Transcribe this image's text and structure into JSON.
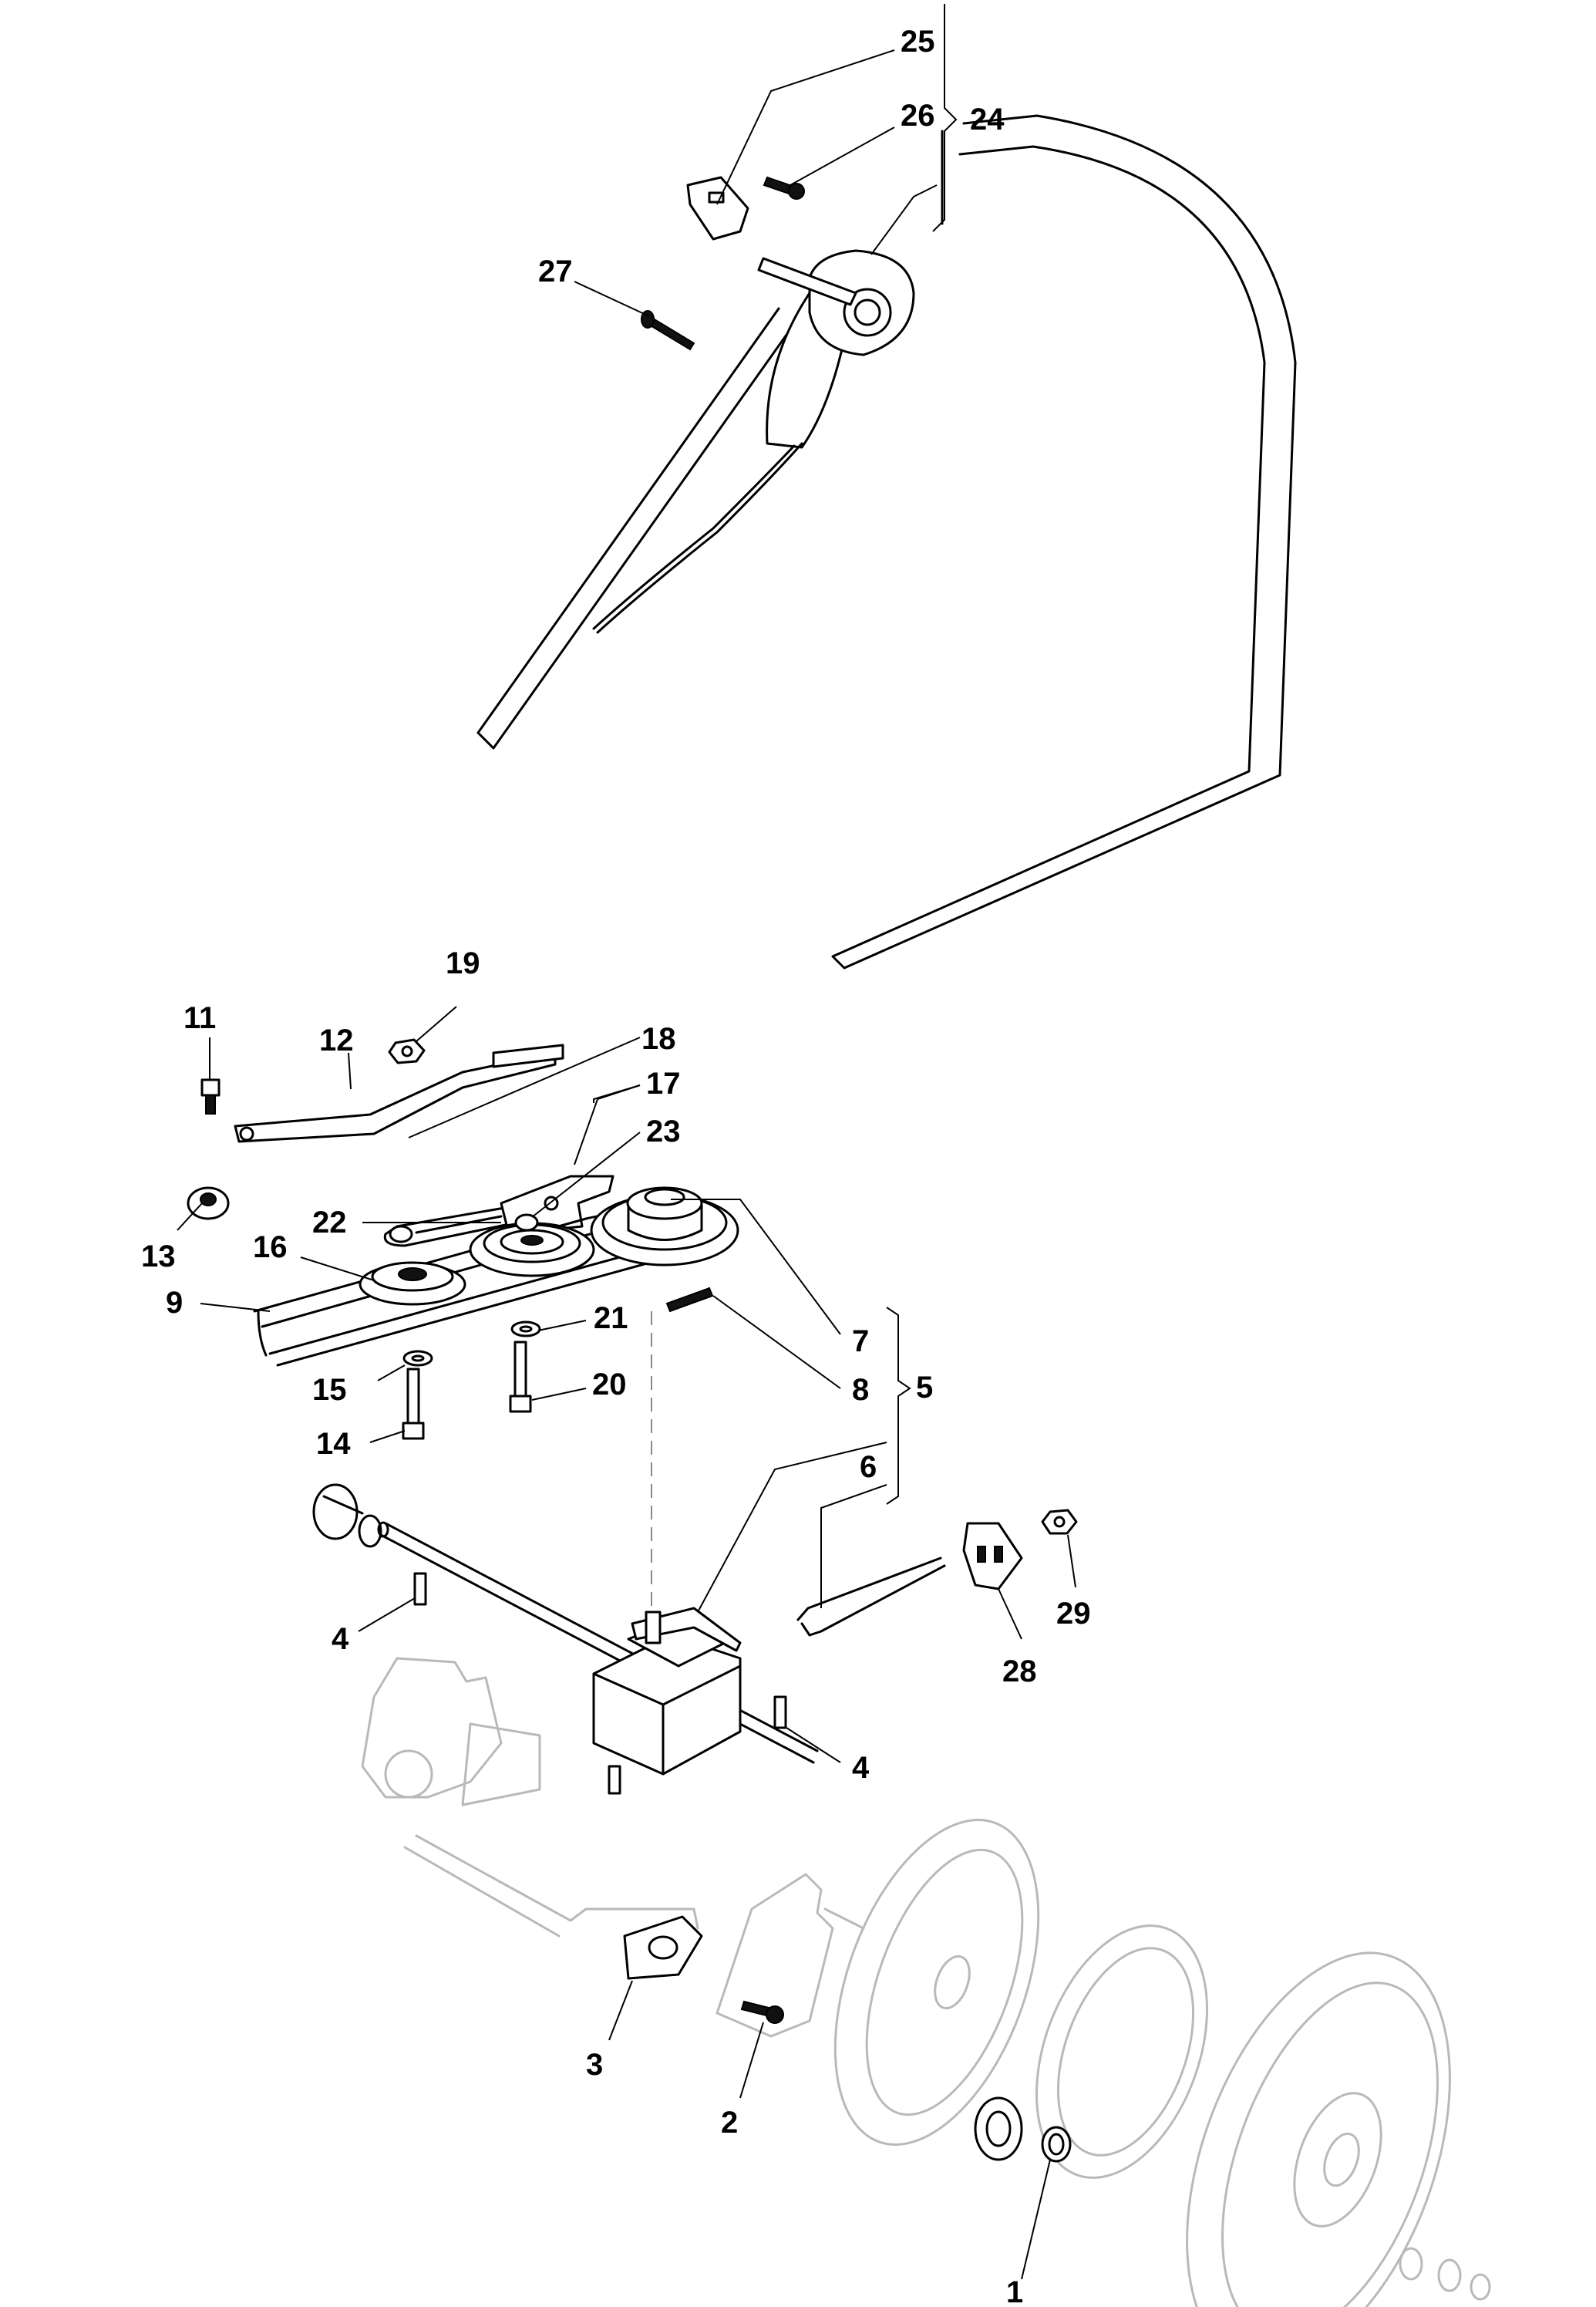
{
  "callouts": [
    {
      "id": "1",
      "label": "1"
    },
    {
      "id": "2",
      "label": "2"
    },
    {
      "id": "3",
      "label": "3"
    },
    {
      "id": "4a",
      "label": "4"
    },
    {
      "id": "4b",
      "label": "4"
    },
    {
      "id": "5",
      "label": "5"
    },
    {
      "id": "6",
      "label": "6"
    },
    {
      "id": "7",
      "label": "7"
    },
    {
      "id": "8",
      "label": "8"
    },
    {
      "id": "9",
      "label": "9"
    },
    {
      "id": "11",
      "label": "11"
    },
    {
      "id": "12",
      "label": "12"
    },
    {
      "id": "13",
      "label": "13"
    },
    {
      "id": "14",
      "label": "14"
    },
    {
      "id": "15",
      "label": "15"
    },
    {
      "id": "16",
      "label": "16"
    },
    {
      "id": "17",
      "label": "17"
    },
    {
      "id": "18",
      "label": "18"
    },
    {
      "id": "19",
      "label": "19"
    },
    {
      "id": "20",
      "label": "20"
    },
    {
      "id": "21",
      "label": "21"
    },
    {
      "id": "22",
      "label": "22"
    },
    {
      "id": "23",
      "label": "23"
    },
    {
      "id": "24",
      "label": "24"
    },
    {
      "id": "25",
      "label": "25"
    },
    {
      "id": "26",
      "label": "26"
    },
    {
      "id": "27",
      "label": "27"
    },
    {
      "id": "28",
      "label": "28"
    },
    {
      "id": "29",
      "label": "29"
    }
  ]
}
